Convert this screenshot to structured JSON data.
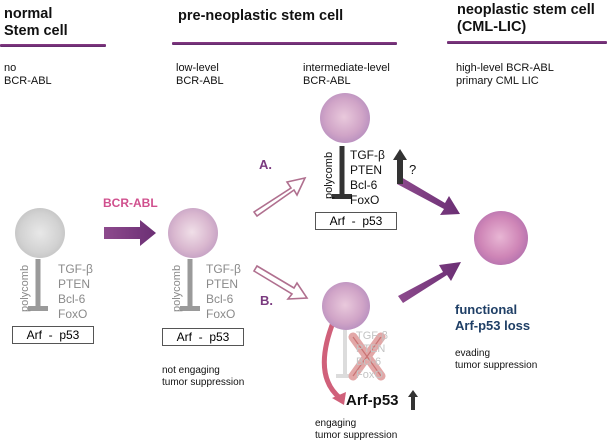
{
  "headers": {
    "normal": "normal\nStem cell",
    "normal_l1": "normal",
    "normal_l2": "Stem cell",
    "pre": "pre-neoplastic stem cell",
    "neo_l1": "neoplastic stem cell",
    "neo_l2": "(CML-LIC)"
  },
  "labels": {
    "no_l1": "no",
    "no_l2": "BCR-ABL",
    "low_l1": "low-level",
    "low_l2": "BCR-ABL",
    "inter_l1": "intermediate-level",
    "inter_l2": "BCR-ABL",
    "high_l1": "high-level BCR-ABL",
    "high_l2": "primary CML LIC",
    "bcr_abl_arrow": "BCR-ABL",
    "path_a": "A.",
    "path_b": "B.",
    "question": "?",
    "not_engaging_l1": "not engaging",
    "not_engaging_l2": "tumor suppression",
    "engaging_l1": "engaging",
    "engaging_l2": "tumor suppression",
    "functional_l1": "functional",
    "functional_l2": "Arf-p53 loss",
    "evading_l1": "evading",
    "evading_l2": "tumor suppression",
    "arf_p53_big": "Arf-p53"
  },
  "genes": [
    "TGF-β",
    "PTEN",
    "Bcl-6",
    "FoxO"
  ],
  "polycomb": "polycomb",
  "arf_box": "Arf  -  p53",
  "colors": {
    "purple": "#7a3a7f",
    "pink": "#d0508e",
    "navy": "#1f3f66",
    "grey": "#8a8a8a"
  }
}
